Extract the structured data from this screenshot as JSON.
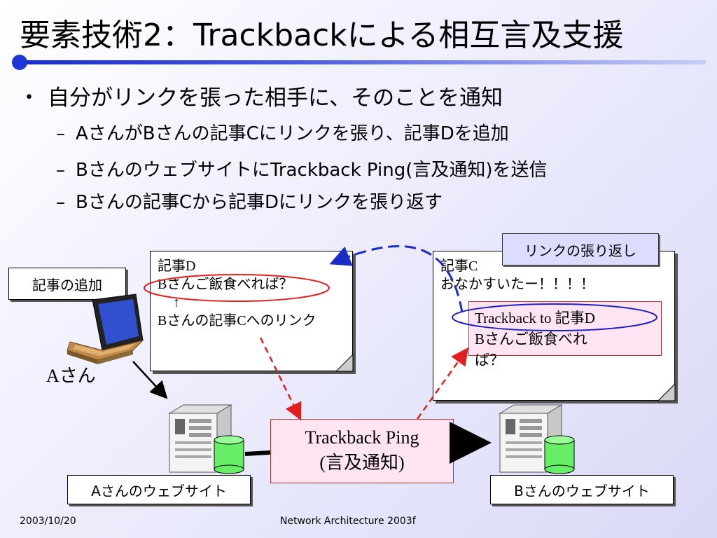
{
  "slide": {
    "title": "要素技術2：Trackbackによる相互言及支援",
    "footer_date": "2003/10/20",
    "footer_course": "Network Architecture 2003f"
  },
  "bullets": {
    "main_mark": "・",
    "main": "自分がリンクを張った相手に、そのことを通知",
    "sub_mark": "–",
    "sub": [
      "AさんがBさんの記事Cにリンクを張り、記事Dを追加",
      "BさんのウェブサイトにTrackback Ping(言及通知)を送信",
      "Bさんの記事Cから記事Dにリンクを張り返す"
    ]
  },
  "diagram": {
    "article_d": {
      "lines": [
        "記事D",
        "Bさんご飯食べれば？",
        "↑",
        "Bさんの記事Cへのリンク"
      ]
    },
    "article_c": {
      "lines": [
        "記事C",
        "おなかすいたー！！！！"
      ]
    },
    "trackback_entry": {
      "lines": [
        "Trackback to 記事D",
        "Bさんご飯食べれ",
        "ば？"
      ]
    },
    "add_article_label": "記事の追加",
    "person_a_label": "Aさん",
    "site_a_label": "Aさんのウェブサイト",
    "site_b_label": "Bさんのウェブサイト",
    "ping_box": {
      "line1": "Trackback Ping",
      "line2": "(言及通知)"
    },
    "link_back_label": "リンクの張り返し"
  },
  "colors": {
    "title_rule": "#2035d6",
    "dashed_red": "#e02020",
    "dashed_blue": "#1a2cc8",
    "ellipse_red": "#e02020",
    "ellipse_blue": "#2020c0",
    "db_green": "#66ee66",
    "ping_fill": "#ffe4f4",
    "reply_fill": "#dcdcff"
  },
  "icons": [
    "laptop-icon",
    "server-icon",
    "database-icon",
    "arrow-icon"
  ]
}
